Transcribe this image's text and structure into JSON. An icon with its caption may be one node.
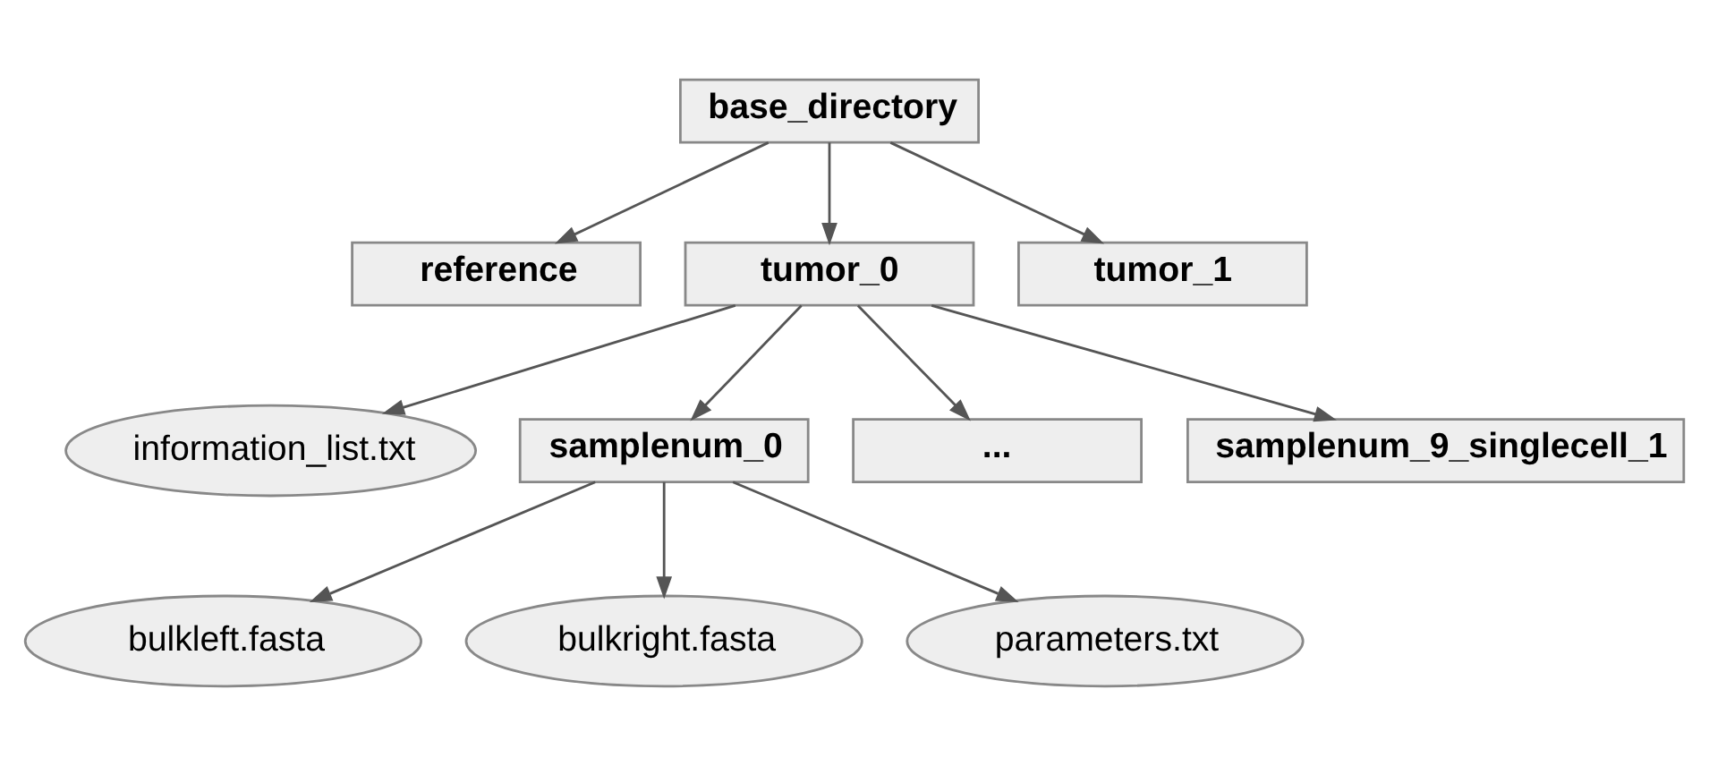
{
  "diagram": {
    "nodes": [
      {
        "text": [
          "base_directory"
        ]
      },
      {
        "text": [
          "reference"
        ]
      },
      {
        "text": [
          "tumor_0"
        ]
      },
      {
        "text": [
          "tumor_1"
        ]
      },
      {
        "text": [
          "information_list.txt"
        ]
      },
      {
        "text": [
          "samplenum_0"
        ]
      },
      {
        "text": [
          "..."
        ]
      },
      {
        "text": [
          "samplenum_9_singlecell_1"
        ]
      },
      {
        "text": [
          "bulkleft.fasta"
        ]
      },
      {
        "text": [
          "bulkright.fasta"
        ]
      },
      {
        "text": [
          "parameters.txt"
        ]
      }
    ],
    "edges": [
      {
        "from": 0,
        "to": 1,
        "arrow": "to"
      },
      {
        "from": 0,
        "to": 2,
        "arrow": "to"
      },
      {
        "from": 0,
        "to": 3,
        "arrow": "to"
      },
      {
        "from": 2,
        "to": 4,
        "arrow": "to"
      },
      {
        "from": 2,
        "to": 5,
        "arrow": "to"
      },
      {
        "from": 2,
        "to": 6,
        "arrow": "to"
      },
      {
        "from": 2,
        "to": 7,
        "arrow": "to"
      },
      {
        "from": 5,
        "to": 8,
        "arrow": "to"
      },
      {
        "from": 5,
        "to": 9,
        "arrow": "to"
      },
      {
        "from": 5,
        "to": 10,
        "arrow": "to"
      }
    ]
  }
}
